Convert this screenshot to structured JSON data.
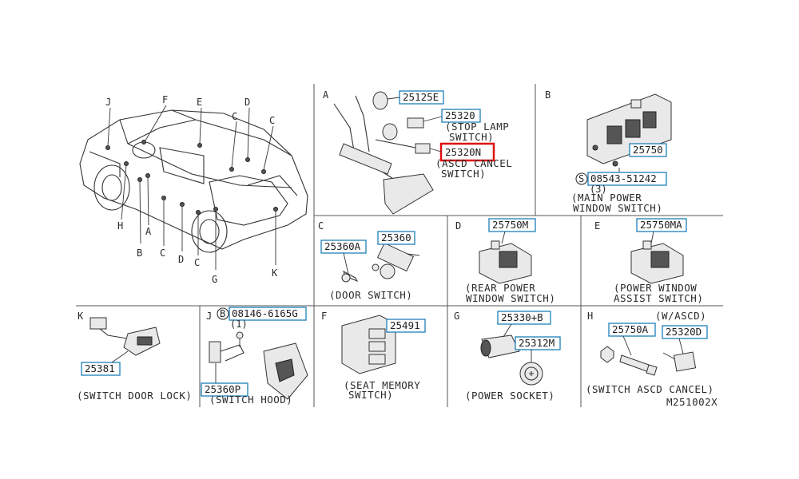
{
  "colors": {
    "part_box": "#1d7fb8",
    "highlight": "#e01010",
    "grid": "#555555"
  },
  "overview": {
    "letters": {
      "J": "J",
      "F": "F",
      "E": "E",
      "D": "D",
      "C1": "C",
      "C2": "C",
      "H": "H",
      "A": "A",
      "B": "B",
      "C3": "C",
      "Dm": "D",
      "C4": "C",
      "G": "G",
      "K": "K"
    }
  },
  "panels": {
    "A": {
      "letter": "A",
      "parts": [
        "25125E",
        "25320",
        "25320N"
      ],
      "captions": [
        "(STOP LAMP",
        "SWITCH)",
        "(ASCD CANCEL",
        "SWITCH)"
      ],
      "highlighted": "25320N"
    },
    "B": {
      "letter": "B",
      "parts": [
        "25750",
        "08543-51242"
      ],
      "qty": "(3)",
      "screw_symbol": "S",
      "captions": [
        "(MAIN POWER",
        "WINDOW SWITCH)"
      ]
    },
    "C": {
      "letter": "C",
      "parts": [
        "25360A",
        "25360"
      ],
      "captions": [
        "(DOOR SWITCH)"
      ]
    },
    "D": {
      "letter": "D",
      "parts": [
        "25750M"
      ],
      "captions": [
        "(REAR POWER",
        "WINDOW SWITCH)"
      ]
    },
    "E": {
      "letter": "E",
      "parts": [
        "25750MA"
      ],
      "captions": [
        "(POWER WINDOW",
        "ASSIST SWITCH)"
      ]
    },
    "K": {
      "letter": "K",
      "parts": [
        "25381"
      ],
      "captions": [
        "(SWITCH DOOR LOCK)"
      ]
    },
    "J": {
      "letter": "J",
      "parts": [
        "08146-6165G",
        "25360P"
      ],
      "qty": "(1)",
      "bolt_symbol": "B",
      "captions": [
        "(SWITCH HOOD)"
      ]
    },
    "F": {
      "letter": "F",
      "parts": [
        "25491"
      ],
      "captions": [
        "(SEAT MEMORY",
        "SWITCH)"
      ]
    },
    "G": {
      "letter": "G",
      "parts": [
        "25330+B",
        "25312M"
      ],
      "captions": [
        "(POWER SOCKET)"
      ]
    },
    "H": {
      "letter": "H",
      "parts": [
        "25750A",
        "25320D"
      ],
      "note": "(W/ASCD)",
      "captions": [
        "(SWITCH ASCD CANCEL)"
      ]
    }
  },
  "diagram_code": "M251002X"
}
